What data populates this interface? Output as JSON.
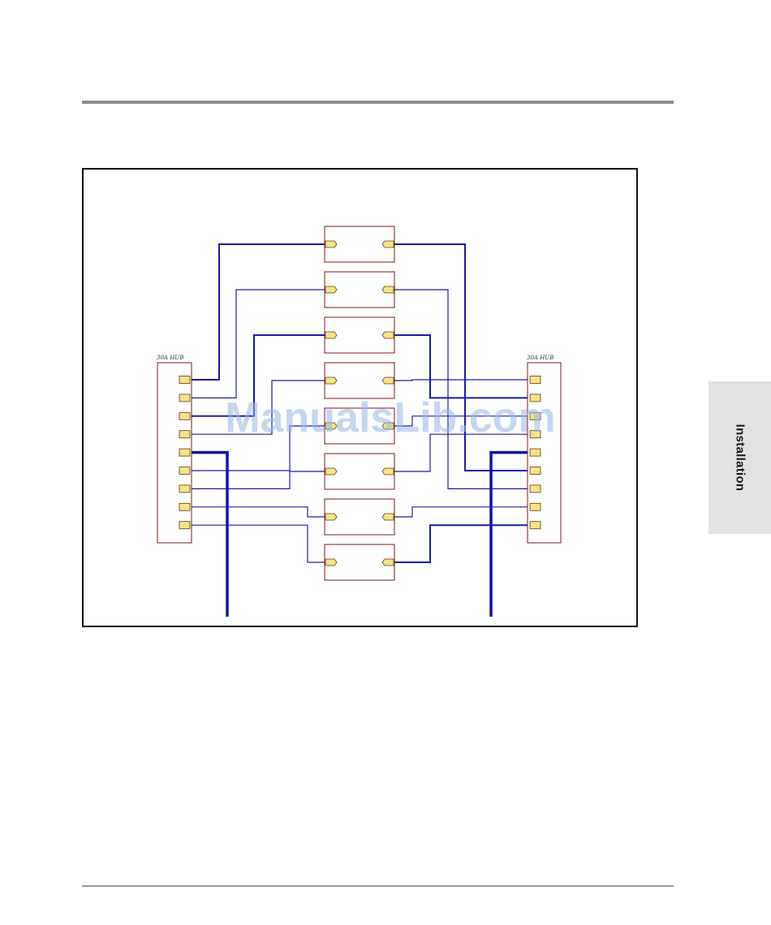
{
  "side_tab": {
    "label": "Installation"
  },
  "figure": {
    "left_hub_label": "30A HUB",
    "right_hub_label": "30A HUB",
    "colors": {
      "wire": "#1b1ba8",
      "trunk": "#1010b0",
      "box_border": "#7a1a1a",
      "port_fill": "#f5e38a",
      "port_stroke": "#5a4000"
    },
    "device_count": 8,
    "hub_port_count": 9
  },
  "watermark": {
    "text": "ManualsLib.com"
  }
}
